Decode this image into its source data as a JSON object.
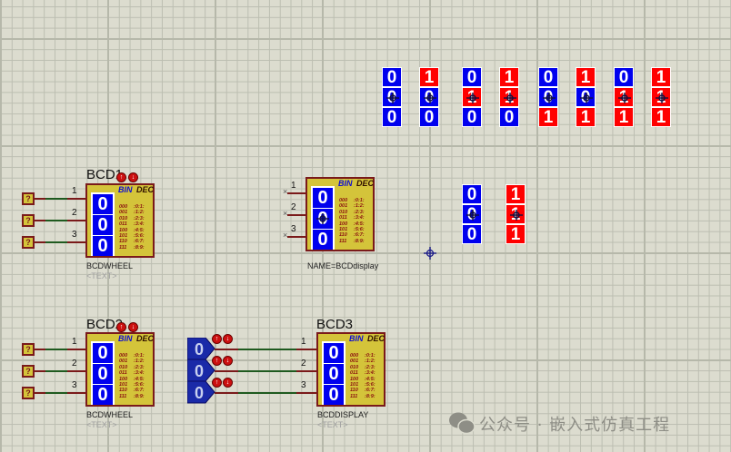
{
  "top_displays": [
    {
      "color": "blue",
      "digits": [
        "0",
        "0",
        "0"
      ]
    },
    {
      "color": "red-top",
      "digits": [
        "1",
        "0",
        "0"
      ]
    },
    {
      "color": "mid-red",
      "digits": [
        "0",
        "1",
        "0"
      ]
    },
    {
      "color": "top-mid-red",
      "digits": [
        "1",
        "1",
        "0"
      ]
    },
    {
      "color": "bottom-red",
      "digits": [
        "0",
        "0",
        "1"
      ]
    },
    {
      "color": "top-bottom-red",
      "digits": [
        "1",
        "0",
        "1"
      ]
    },
    {
      "color": "mid-bottom-red",
      "digits": [
        "0",
        "1",
        "1"
      ]
    },
    {
      "color": "all-red",
      "digits": [
        "1",
        "1",
        "1"
      ]
    }
  ],
  "mid_displays": [
    {
      "digits": [
        "0",
        "0",
        "0"
      ]
    },
    {
      "digits": [
        "1",
        "1",
        "1"
      ]
    }
  ],
  "component_common": {
    "bin_label": "BIN",
    "dec_label": "DEC",
    "table": [
      [
        "000",
        ":0:1:"
      ],
      [
        "001",
        ":1:2:"
      ],
      [
        "010",
        ":2:3:"
      ],
      [
        "011",
        ":3:4:"
      ],
      [
        "100",
        ":4:5:"
      ],
      [
        "101",
        ":5:6:"
      ],
      [
        "110",
        ":6:7:"
      ],
      [
        "111",
        ":8:9:"
      ]
    ],
    "display_digits": [
      "0",
      "0",
      "0"
    ],
    "pins": [
      "1",
      "2",
      "3"
    ],
    "text_placeholder": "<TEXT>"
  },
  "components": {
    "bcd1": {
      "ref": "BCD1",
      "type": "BCDWHEEL"
    },
    "bcd_display_top": {
      "ref": "",
      "type": "NAME=BCDdisplay"
    },
    "bcd2": {
      "ref": "BCD2",
      "type": "BCDWHEEL"
    },
    "bcd3": {
      "ref": "BCD3",
      "type": "BCDDISPLAY"
    }
  },
  "probe_symbol": "?",
  "logic_state_digits": [
    "0",
    "0",
    "0"
  ],
  "updown": {
    "up": "↑",
    "down": "↓"
  },
  "watermark": {
    "text": "公众号 · 嵌入式仿真工程",
    "icon": "wechat-icon"
  },
  "colors": {
    "on": "#ff0000",
    "off": "#0000ee",
    "body": "#d4c43a",
    "border": "#7a1a1a",
    "wire_green": "#1f5a1f",
    "grid": "#dcdccf"
  }
}
